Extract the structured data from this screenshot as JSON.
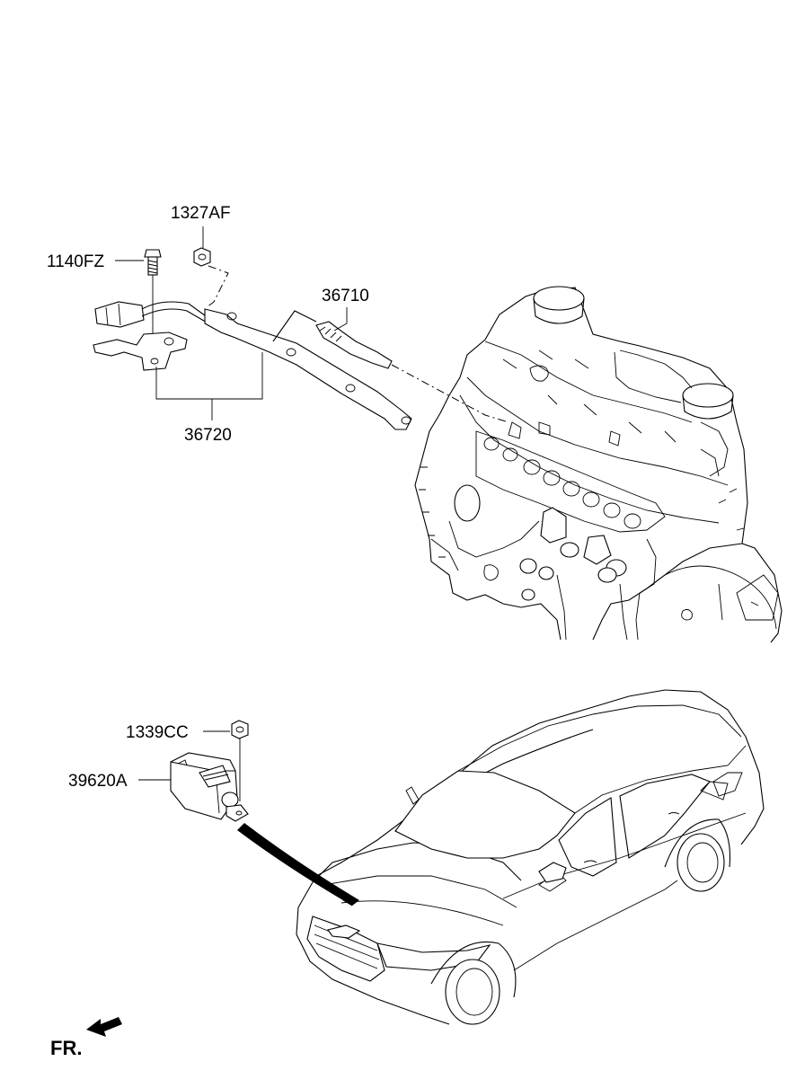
{
  "labels": {
    "bolt": "1140FZ",
    "nut": "1327AF",
    "glow_plug": "36710",
    "harness": "36720",
    "nut_lower": "1339CC",
    "controller": "39620A",
    "front": "FR."
  }
}
